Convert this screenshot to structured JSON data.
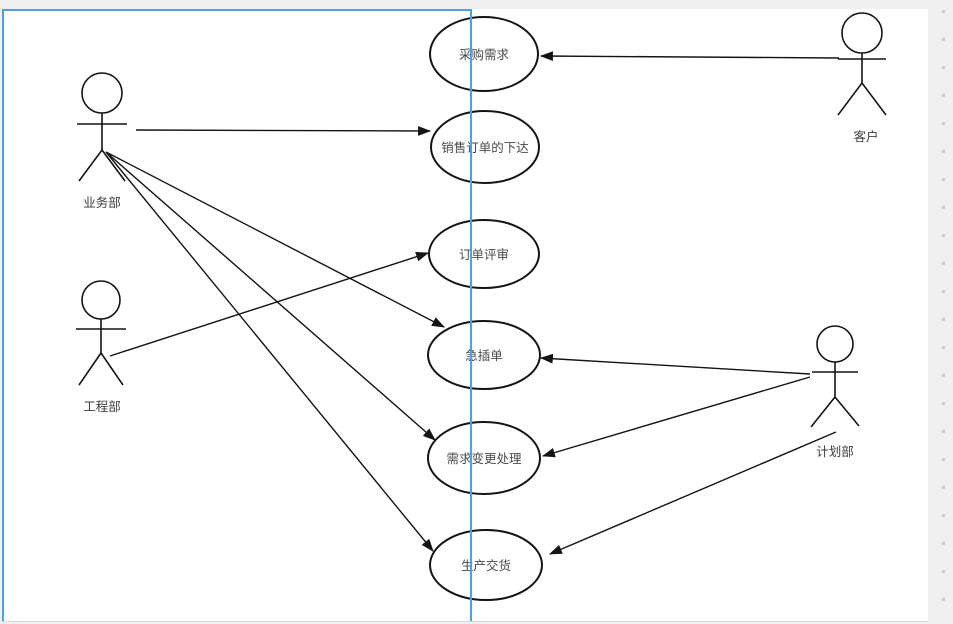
{
  "workspace": {
    "background_color": "#f0f0f1",
    "page_color": "#ffffff",
    "selection_color": "#4aa2ec",
    "stroke_color": "#141414",
    "grid_dot_color": "#c8c8cc"
  },
  "diagram": {
    "type": "uml-use-case-diagram",
    "use_cases": [
      {
        "id": "purchase-demand",
        "label": "采购需求"
      },
      {
        "id": "sales-order-release",
        "label": "销售订单的下达"
      },
      {
        "id": "order-review",
        "label": "订单评审"
      },
      {
        "id": "urgent-insert-order",
        "label": "急插单"
      },
      {
        "id": "demand-change-handling",
        "label": "需求变更处理"
      },
      {
        "id": "production-delivery",
        "label": "生产交货"
      }
    ],
    "actors": [
      {
        "id": "business-dept",
        "label": "业务部"
      },
      {
        "id": "engineering-dept",
        "label": "工程部"
      },
      {
        "id": "customer",
        "label": "客户"
      },
      {
        "id": "planning-dept",
        "label": "计划部"
      }
    ],
    "associations": [
      {
        "from": "customer",
        "to": "purchase-demand"
      },
      {
        "from": "business-dept",
        "to": "sales-order-release"
      },
      {
        "from": "engineering-dept",
        "to": "order-review"
      },
      {
        "from": "business-dept",
        "to": "urgent-insert-order"
      },
      {
        "from": "business-dept",
        "to": "demand-change-handling"
      },
      {
        "from": "business-dept",
        "to": "production-delivery"
      },
      {
        "from": "planning-dept",
        "to": "urgent-insert-order"
      },
      {
        "from": "planning-dept",
        "to": "demand-change-handling"
      },
      {
        "from": "planning-dept",
        "to": "production-delivery"
      }
    ]
  }
}
